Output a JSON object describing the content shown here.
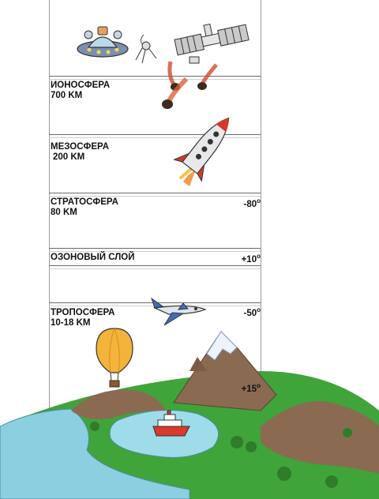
{
  "layers": [
    {
      "id": "ionosphere",
      "name": "ИОНОСФЕРА",
      "height": "700 KM"
    },
    {
      "id": "mesosphere",
      "name": "МЕЗОСФЕРА",
      "height": "200 KM"
    },
    {
      "id": "stratosphere",
      "name": "СТРАТОСФЕРА",
      "height": "80 KM",
      "temperature": "-80",
      "degree": "о"
    },
    {
      "id": "ozone",
      "name": "ОЗОНОВЫЙ СЛОЙ",
      "temperature": "+10",
      "degree": "о"
    },
    {
      "id": "troposphere",
      "name": "ТРОПОСФЕРА",
      "height": "10-18 KM",
      "temperature": "-50",
      "degree": "о"
    }
  ],
  "surface": {
    "temperature": "+15",
    "degree": "о"
  },
  "objects": [
    "ufo",
    "sputnik",
    "satellite",
    "meteors",
    "rocket",
    "airplane",
    "hot-air-balloon",
    "mountains",
    "ship",
    "earth"
  ],
  "colors": {
    "ocean": "#8ccfe0",
    "land": "#3fa43a",
    "mountain": "#8a6b52",
    "snow": "#eef3fb",
    "rule": "#6a6a6a"
  }
}
